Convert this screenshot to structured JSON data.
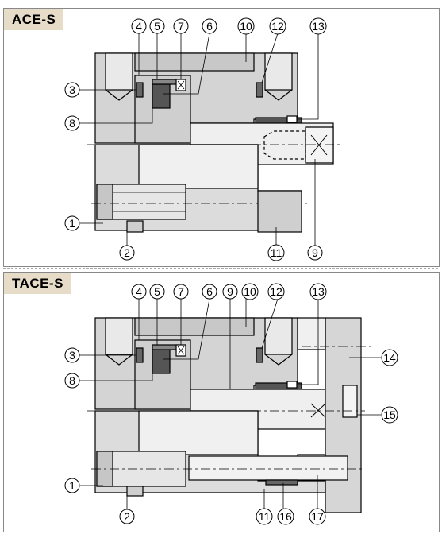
{
  "sections": [
    {
      "label": "ACE-S",
      "callouts": [
        "1",
        "2",
        "3",
        "4",
        "5",
        "6",
        "7",
        "8",
        "9",
        "10",
        "11",
        "12",
        "13"
      ]
    },
    {
      "label": "TACE-S",
      "callouts": [
        "1",
        "2",
        "3",
        "4",
        "5",
        "6",
        "7",
        "8",
        "9",
        "10",
        "11",
        "12",
        "13",
        "14",
        "15",
        "16",
        "17"
      ]
    }
  ],
  "colors": {
    "body": "#d9d9d9",
    "body_dark": "#bdbdbd",
    "seal": "#555555",
    "outline": "#000000",
    "tag_bg": "#e7dcc8"
  }
}
